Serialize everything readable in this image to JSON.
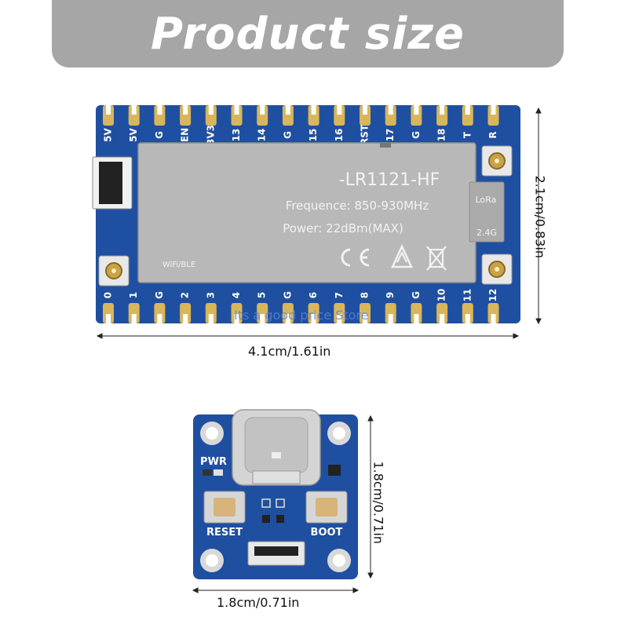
{
  "banner": {
    "title": "Product size"
  },
  "main_board": {
    "width_label": "4.1cm/1.61in",
    "height_label": "2.1cm/0.83in",
    "top_pins": [
      "5V",
      "5V",
      "G",
      "EN",
      "3V3",
      "13",
      "14",
      "G",
      "15",
      "16",
      "RST",
      "17",
      "G",
      "18",
      "T",
      "R"
    ],
    "bottom_pins": [
      "0",
      "1",
      "G",
      "2",
      "3",
      "4",
      "5",
      "G",
      "6",
      "7",
      "8",
      "9",
      "G",
      "10",
      "11",
      "12"
    ],
    "module": {
      "model": "-LR1121-HF",
      "frequency": "Frequence: 850-930MHz",
      "power": "Power: 22dBm(MAX)",
      "lora_tag": "LoRa",
      "band_tag": "2.4G",
      "wifi_tag": "WiFi/BLE"
    }
  },
  "usb_board": {
    "width_label": "1.8cm/0.71in",
    "height_label": "1.8cm/0.71in",
    "pwr_label": "PWR",
    "reset_label": "RESET",
    "boot_label": "BOOT"
  },
  "watermark": "Its a good price Store",
  "colors": {
    "pcb": "#1f4fa0",
    "pad": "#d9b65a",
    "shield": "#b8b8b8",
    "banner": "#a6a6a6"
  }
}
